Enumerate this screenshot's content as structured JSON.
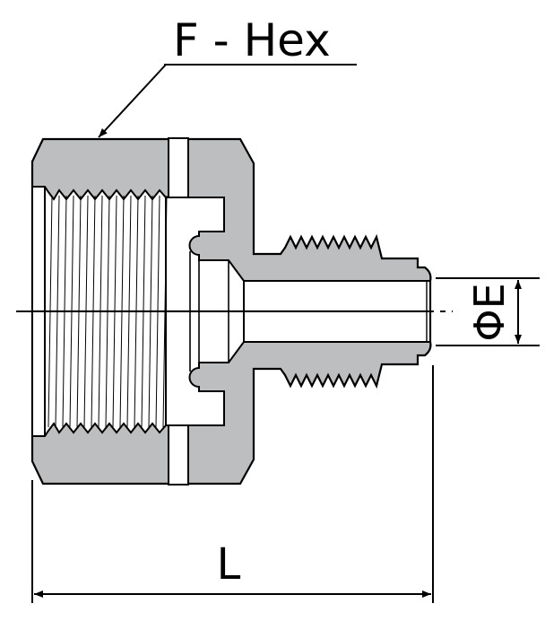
{
  "labels": {
    "hex": "F - Hex",
    "diameter": "ΦE",
    "length": "L"
  },
  "colors": {
    "body": "#bcbec0",
    "line": "#000000",
    "background": "#ffffff"
  }
}
